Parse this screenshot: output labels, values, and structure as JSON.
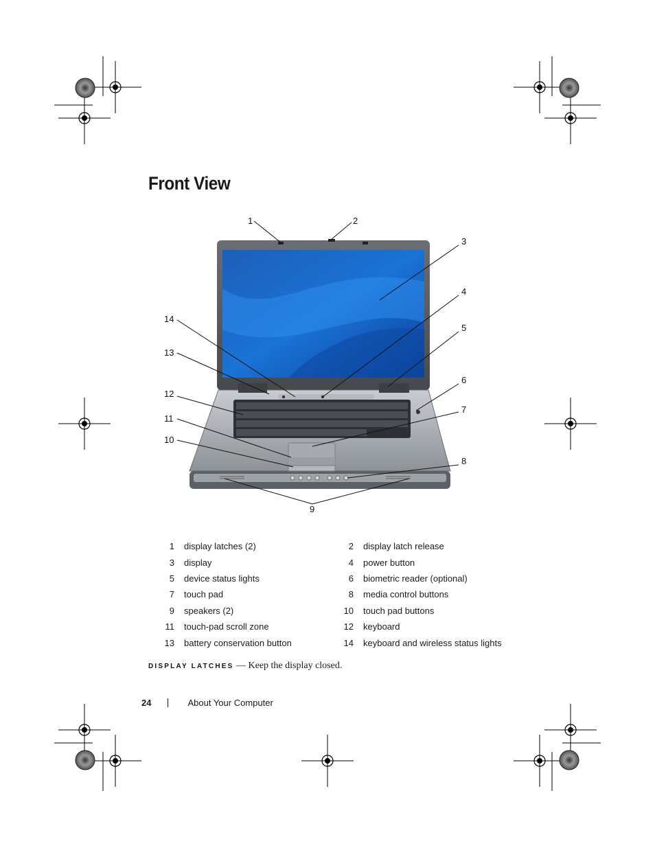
{
  "page": {
    "title": "Front View",
    "figure": {
      "callouts": [
        "1",
        "2",
        "3",
        "4",
        "5",
        "6",
        "7",
        "8",
        "9",
        "10",
        "11",
        "12",
        "13",
        "14"
      ]
    },
    "legend": [
      {
        "num": "1",
        "label": "display latches (2)",
        "num2": "2",
        "label2": "display latch release"
      },
      {
        "num": "3",
        "label": "display",
        "num2": "4",
        "label2": "power button"
      },
      {
        "num": "5",
        "label": "device status lights",
        "num2": "6",
        "label2": "biometric reader (optional)"
      },
      {
        "num": "7",
        "label": "touch pad",
        "num2": "8",
        "label2": "media control buttons"
      },
      {
        "num": "9",
        "label": "speakers (2)",
        "num2": "10",
        "label2": "touch pad buttons"
      },
      {
        "num": "11",
        "label": "touch-pad scroll zone",
        "num2": "12",
        "label2": "keyboard"
      },
      {
        "num": "13",
        "label": "battery conservation button",
        "num2": "14",
        "label2": "keyboard and wireless status lights"
      }
    ],
    "definition": {
      "term": "DISPLAY LATCHES",
      "dash": " — ",
      "text": "Keep the display closed."
    },
    "footer": {
      "page_number": "24",
      "section": "About Your Computer"
    }
  }
}
